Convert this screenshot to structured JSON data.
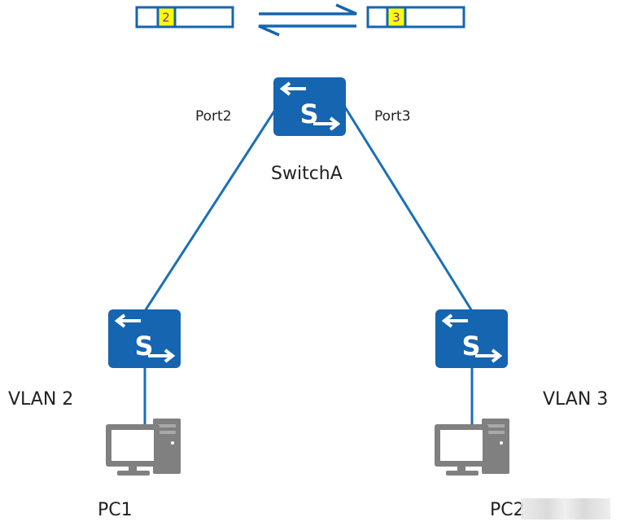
{
  "frames": {
    "left_tag": "2",
    "right_tag": "3"
  },
  "labels": {
    "port_left": "Port2",
    "port_right": "Port3",
    "switch_a": "SwitchA",
    "vlan_left": "VLAN 2",
    "vlan_right": "VLAN 3",
    "pc_left": "PC1",
    "pc_right": "PC2"
  },
  "colors": {
    "link": "#1a6fb8",
    "switch": "#1565b0",
    "tag": "#ffff00",
    "pc": "#808080"
  },
  "icons": {
    "switch": "switch-icon",
    "pc": "pc-icon"
  }
}
